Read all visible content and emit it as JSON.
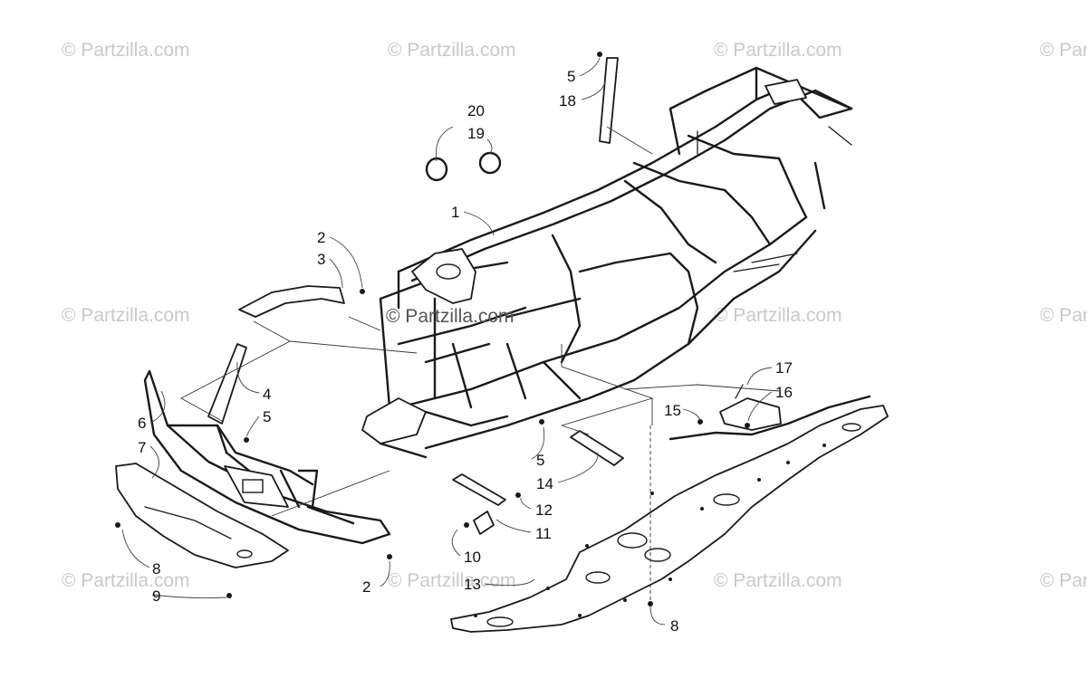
{
  "watermark_text": "© Partzilla.com",
  "center_watermark_text": "© Partzilla.com",
  "callouts": [
    {
      "id": "c20",
      "text": "20"
    },
    {
      "id": "c19",
      "text": "19"
    },
    {
      "id": "c5a",
      "text": "5"
    },
    {
      "id": "c18",
      "text": "18"
    },
    {
      "id": "c1",
      "text": "1"
    },
    {
      "id": "c2a",
      "text": "2"
    },
    {
      "id": "c3",
      "text": "3"
    },
    {
      "id": "c4",
      "text": "4"
    },
    {
      "id": "c5b",
      "text": "5"
    },
    {
      "id": "c6",
      "text": "6"
    },
    {
      "id": "c7",
      "text": "7"
    },
    {
      "id": "c8a",
      "text": "8"
    },
    {
      "id": "c9",
      "text": "9"
    },
    {
      "id": "c2b",
      "text": "2"
    },
    {
      "id": "c5c",
      "text": "5"
    },
    {
      "id": "c14",
      "text": "14"
    },
    {
      "id": "c12",
      "text": "12"
    },
    {
      "id": "c11",
      "text": "11"
    },
    {
      "id": "c10",
      "text": "10"
    },
    {
      "id": "c13",
      "text": "13"
    },
    {
      "id": "c8b",
      "text": "8"
    },
    {
      "id": "c15",
      "text": "15"
    },
    {
      "id": "c17",
      "text": "17"
    },
    {
      "id": "c16",
      "text": "16"
    }
  ]
}
